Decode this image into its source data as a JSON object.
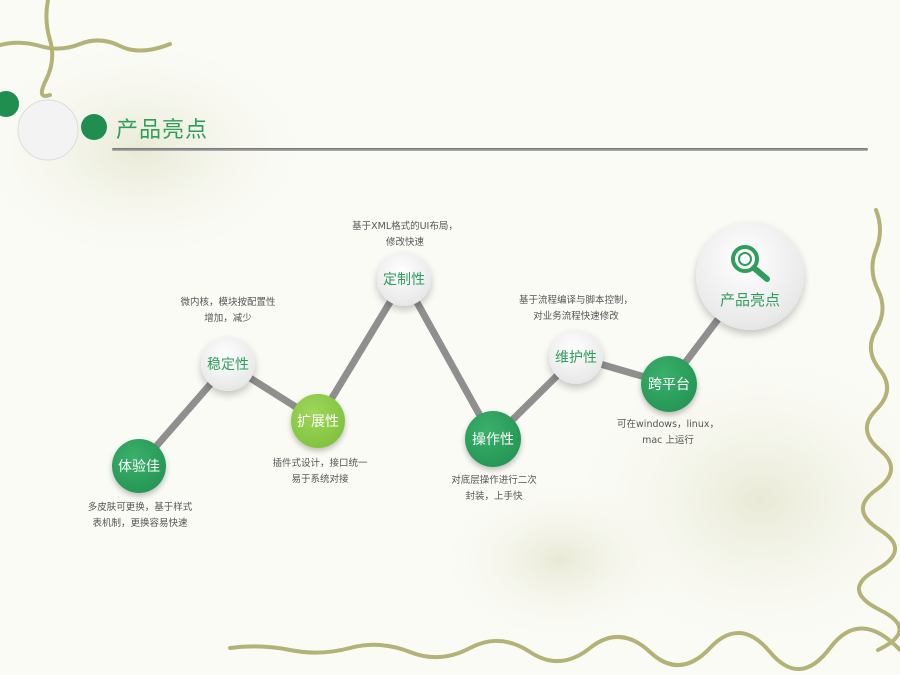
{
  "header": {
    "title": "产品亮点"
  },
  "nodes": [
    {
      "label": "体验佳",
      "desc": [
        "多皮肤可更换，基于样式",
        "表机制，更换容易快速"
      ]
    },
    {
      "label": "稳定性",
      "desc": [
        "微内核，模块按配置性",
        "增加，减少"
      ]
    },
    {
      "label": "扩展性",
      "desc": [
        "插件式设计，接口统一",
        "易于系统对接"
      ]
    },
    {
      "label": "定制性",
      "desc": [
        "基于XML格式的UI布局，",
        "修改快速"
      ]
    },
    {
      "label": "操作性",
      "desc": [
        "对底层操作进行二次",
        "封装，上手快"
      ]
    },
    {
      "label": "维护性",
      "desc": [
        "基于流程编译与脚本控制，",
        "对业务流程快速修改"
      ]
    },
    {
      "label": "跨平台",
      "desc": [
        "可在windows，linux，",
        "mac  上运行"
      ]
    }
  ],
  "hub": {
    "label": "产品亮点",
    "icon": "search-icon"
  },
  "colors": {
    "green": "#1f8e4e",
    "lime": "#77bd33",
    "accent_text": "#2e9e5b"
  }
}
